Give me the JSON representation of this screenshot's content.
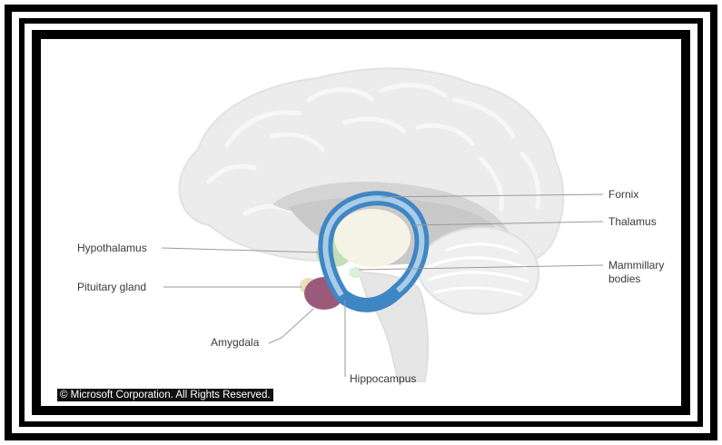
{
  "labels": {
    "fornix": "Fornix",
    "thalamus": "Thalamus",
    "hypothalamus": "Hypothalamus",
    "mammillary_bodies_line1": "Mammillary",
    "mammillary_bodies_line2": "bodies",
    "pituitary_gland": "Pituitary gland",
    "amygdala": "Amygdala",
    "hippocampus": "Hippocampus"
  },
  "copyright": "© Microsoft Corporation. All Rights Reserved.",
  "colors": {
    "frame": "#000000",
    "brain": "#ececec",
    "hippocampus": "#3f86c4",
    "fornix": "#a9cde6",
    "amygdala": "#9c5a7a",
    "pituitary": "#e9e0b9",
    "hypothalamus": "#c2dfb8"
  }
}
